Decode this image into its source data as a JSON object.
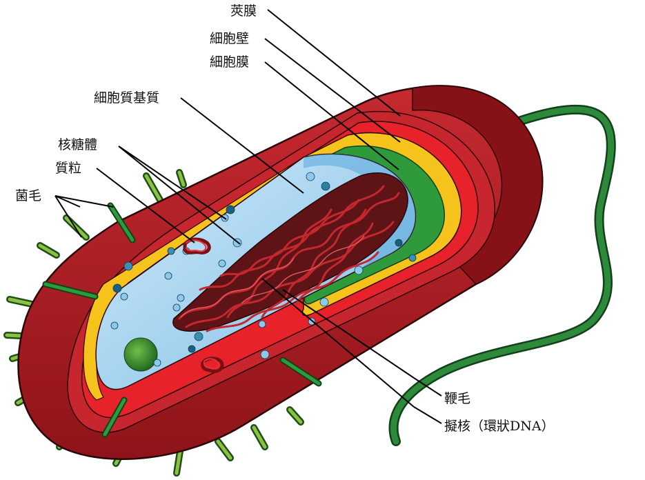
{
  "labels": {
    "capsule": "莢膜",
    "cell_wall": "細胞壁",
    "cell_membrane": "細胞膜",
    "cytoplasm": "細胞質基質",
    "ribosome": "核糖體",
    "plasmid": "質粒",
    "pili": "菌毛",
    "flagellum": "鞭毛",
    "nucleoid": "擬核（環狀DNA）"
  },
  "colors": {
    "capsule_outer": "#b5202a",
    "capsule_dark": "#7a0f14",
    "cell_wall": "#e8222b",
    "yellow_layer": "#f6c21c",
    "membrane": "#2f9a3c",
    "cytoplasm": "#a9d6f0",
    "dna": "#9c1c22",
    "pili": "#3e8a2c",
    "flagellum": "#1f6b2b",
    "ribosome": "#1e6f8a"
  }
}
